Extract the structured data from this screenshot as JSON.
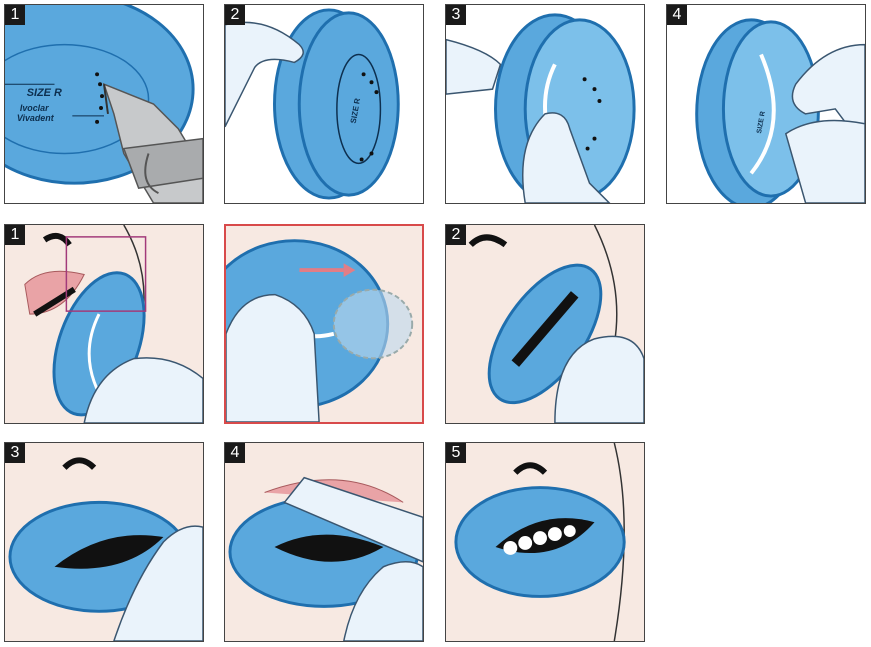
{
  "colors": {
    "shield_blue": "#5aa8dd",
    "shield_dark": "#1f6fae",
    "skin": "#f7e9e2",
    "lip": "#e9a3a6",
    "glove": "#eaf3fb",
    "highlight_border": "#d84a4a",
    "arrow": "#e27d86"
  },
  "shield_label": {
    "size": "SIZE R",
    "brand_line1": "Ivoclar",
    "brand_line2": "Vivadent"
  },
  "panels": [
    {
      "id": "p1",
      "step": "1",
      "scene": "pliers-punching-shield"
    },
    {
      "id": "p2",
      "step": "2",
      "scene": "hand-holding-shield"
    },
    {
      "id": "p3",
      "step": "3",
      "scene": "fingers-folding-shield"
    },
    {
      "id": "p4",
      "step": "4",
      "scene": "fingers-folding-shield-inner"
    },
    {
      "id": "p5",
      "step": "1",
      "scene": "placing-shield-at-lip"
    },
    {
      "id": "p6",
      "step": "",
      "scene": "detail-zoom-insert-under-lip"
    },
    {
      "id": "p7",
      "step": "2",
      "scene": "positioning-shield-in-mouth"
    },
    {
      "id": "p8",
      "step": "3",
      "scene": "finger-tucking-lower-edge"
    },
    {
      "id": "p9",
      "step": "4",
      "scene": "finger-tucking-upper-edge"
    },
    {
      "id": "p10",
      "step": "5",
      "scene": "shield-in-place-teeth-exposed"
    }
  ]
}
